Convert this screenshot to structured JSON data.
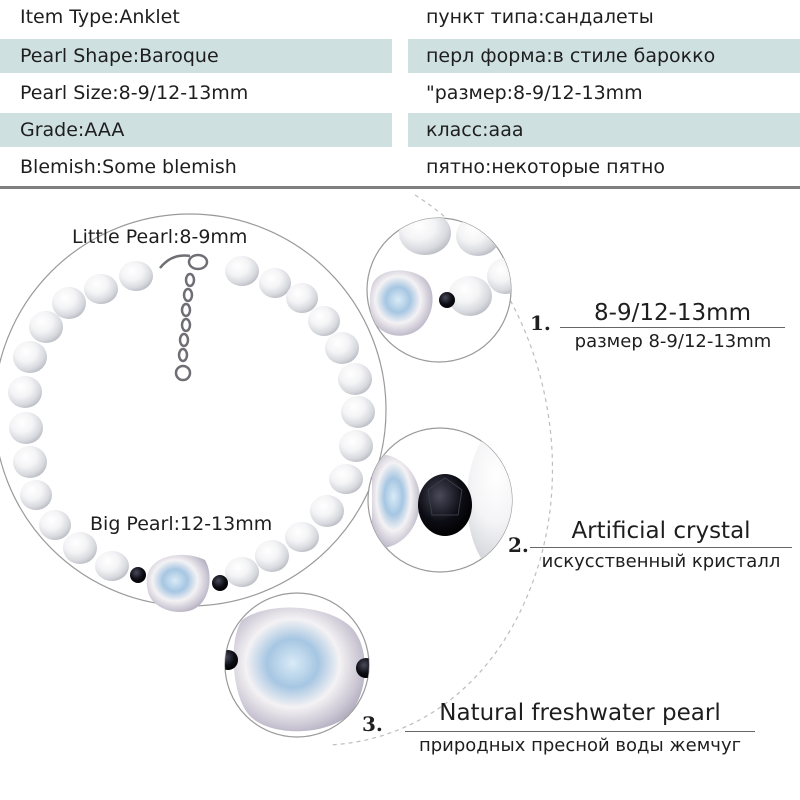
{
  "specs": {
    "rows": [
      {
        "en": "Item Type:Anklet",
        "ru": "пункт типа:сандалеты",
        "shaded": false
      },
      {
        "en": "Pearl Shape:Baroque",
        "ru": "перл форма:в стиле барокко",
        "shaded": true
      },
      {
        "en": "Pearl Size:8-9/12-13mm",
        "ru": "\"размер:8-9/12-13mm",
        "shaded": false
      },
      {
        "en": "Grade:AAA",
        "ru": "класс:ааа",
        "shaded": true
      },
      {
        "en": "Blemish:Some blemish",
        "ru": "пятно:некоторые пятно",
        "shaded": false
      }
    ]
  },
  "product": {
    "little_pearl_label": "Little Pearl:8-9mm",
    "big_pearl_label": "Big Pearl:12-13mm"
  },
  "details": [
    {
      "number": "1.",
      "title": "8-9/12-13mm",
      "subtitle": "размер 8-9/12-13mm"
    },
    {
      "number": "2.",
      "title": "Artificial crystal",
      "subtitle": "искусственный кристалл"
    },
    {
      "number": "3.",
      "title": "Natural freshwater pearl",
      "subtitle": "природных пресной воды жемчуг"
    }
  ],
  "colors": {
    "table_shade": "#cfe0e1",
    "text": "#1e1e1e",
    "crystal": "#0c0c14"
  }
}
